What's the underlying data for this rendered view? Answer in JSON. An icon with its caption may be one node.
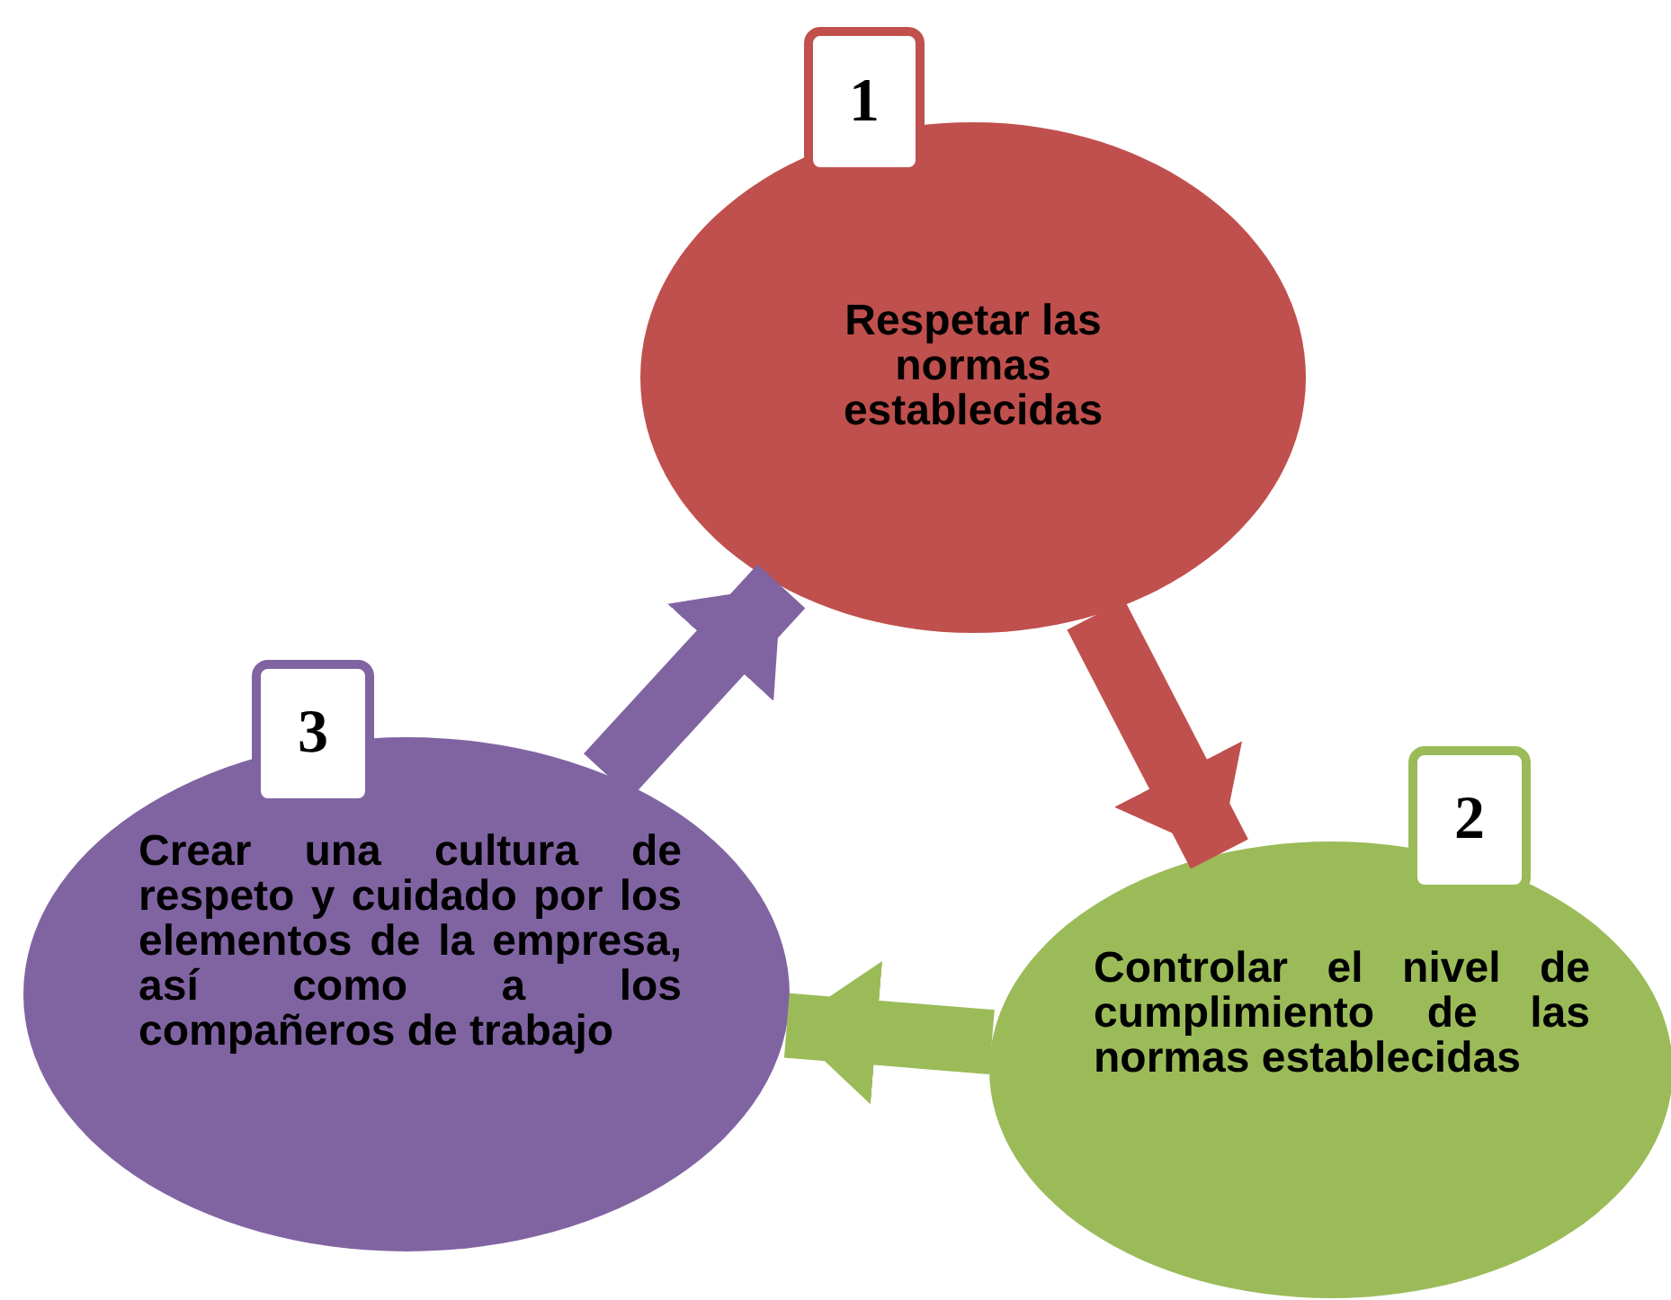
{
  "diagram": {
    "nodes": [
      {
        "text": [
          "1"
        ]
      },
      {
        "text": [
          "Respetar las normas establecidas"
        ]
      },
      {
        "text": [
          "2"
        ]
      },
      {
        "text": [
          "Controlar el nivel de cumplimiento de las normas establecidas"
        ]
      },
      {
        "text": [
          "3"
        ]
      },
      {
        "text": [
          "Crear una cultura de respeto y cuidado por los elementos de la empresa, así como a los compañeros de trabajo"
        ]
      }
    ],
    "edges": [
      {
        "from": 1,
        "to": 3,
        "arrow": "to",
        "color": "#c0504d"
      },
      {
        "from": 3,
        "to": 5,
        "arrow": "to",
        "color": "#9bbb59"
      },
      {
        "from": 5,
        "to": 1,
        "arrow": "to",
        "color": "#8064a2"
      }
    ]
  }
}
